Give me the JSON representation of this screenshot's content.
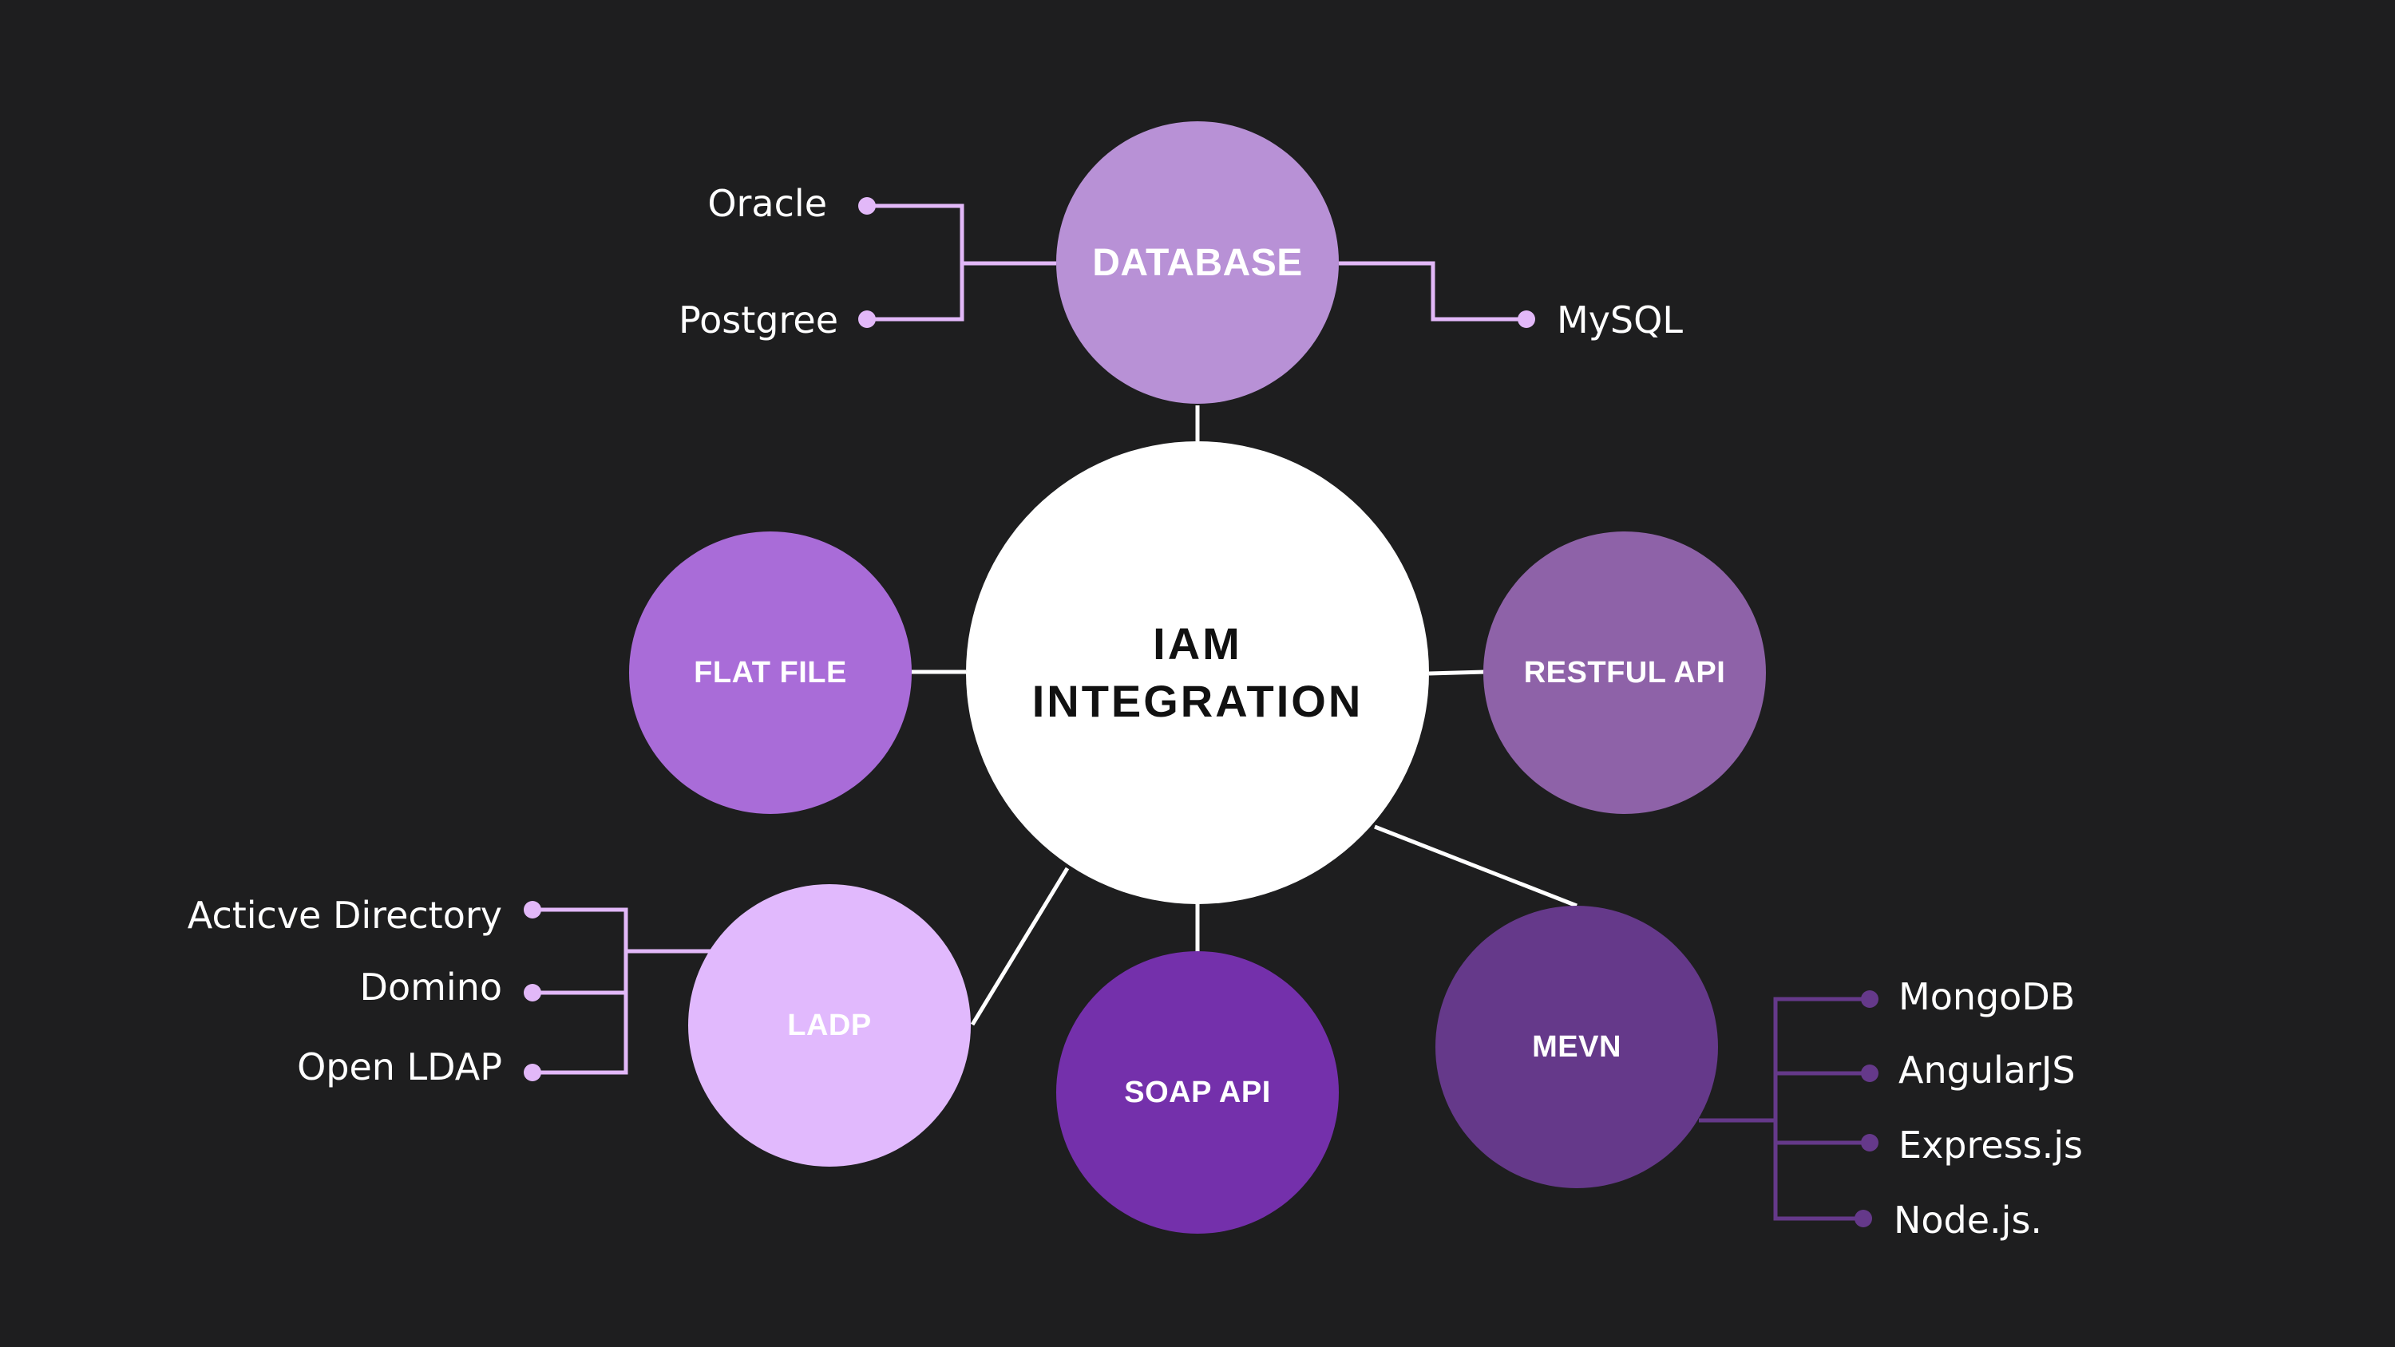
{
  "center": {
    "line1": "IAM",
    "line2": "INTEGRATION"
  },
  "nodes": {
    "database": {
      "label": "DATABASE",
      "color": "#b891d6"
    },
    "flat_file": {
      "label": "FLAT FILE",
      "color": "#a96cd8"
    },
    "restful_api": {
      "label": "RESTFUL API",
      "color": "#8e62a8"
    },
    "ladp": {
      "label": "LADP",
      "color": "#e1b9fd"
    },
    "soap_api": {
      "label": "SOAP API",
      "color": "#7430ab"
    },
    "mevn": {
      "label": "MEVN",
      "color": "#65398a"
    }
  },
  "database_items": {
    "oracle": "Oracle",
    "postgree": "Postgree",
    "mysql": "MySQL"
  },
  "ladp_items": {
    "active_directory": "Acticve Directory",
    "domino": "Domino",
    "open_ldap": "Open LDAP"
  },
  "mevn_items": {
    "mongodb": "MongoDB",
    "angularjs": "AngularJS",
    "expressjs": "Express.js",
    "nodejs": "Node.js."
  },
  "colors": {
    "background": "#1e1e1f",
    "center_fill": "#ffffff",
    "spoke": "#ffffff",
    "database_branch": "#e2b8f8",
    "ladp_branch": "#e2b8f8",
    "mevn_branch": "#65398a"
  }
}
